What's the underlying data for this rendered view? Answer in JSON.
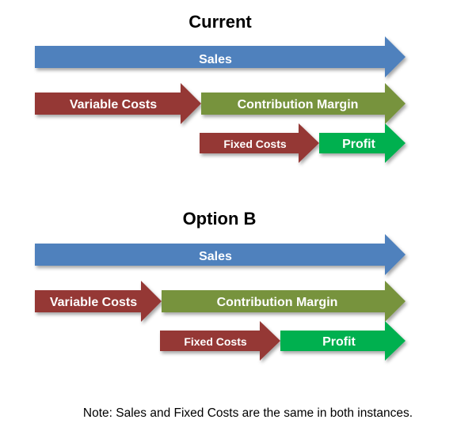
{
  "scenarios": [
    {
      "title": "Current",
      "arrows": {
        "sales": "Sales",
        "variable_costs": "Variable Costs",
        "contribution_margin": "Contribution Margin",
        "fixed_costs": "Fixed Costs",
        "profit": "Profit"
      }
    },
    {
      "title": "Option B",
      "arrows": {
        "sales": "Sales",
        "variable_costs": "Variable Costs",
        "contribution_margin": "Contribution Margin",
        "fixed_costs": "Fixed Costs",
        "profit": "Profit"
      }
    }
  ],
  "note": "Note: Sales and Fixed Costs are the same in both instances.",
  "colors": {
    "sales": "#4f81bd",
    "variable_costs": "#953735",
    "fixed_costs": "#953735",
    "contribution_margin": "#77933c",
    "profit": "#00b050"
  }
}
